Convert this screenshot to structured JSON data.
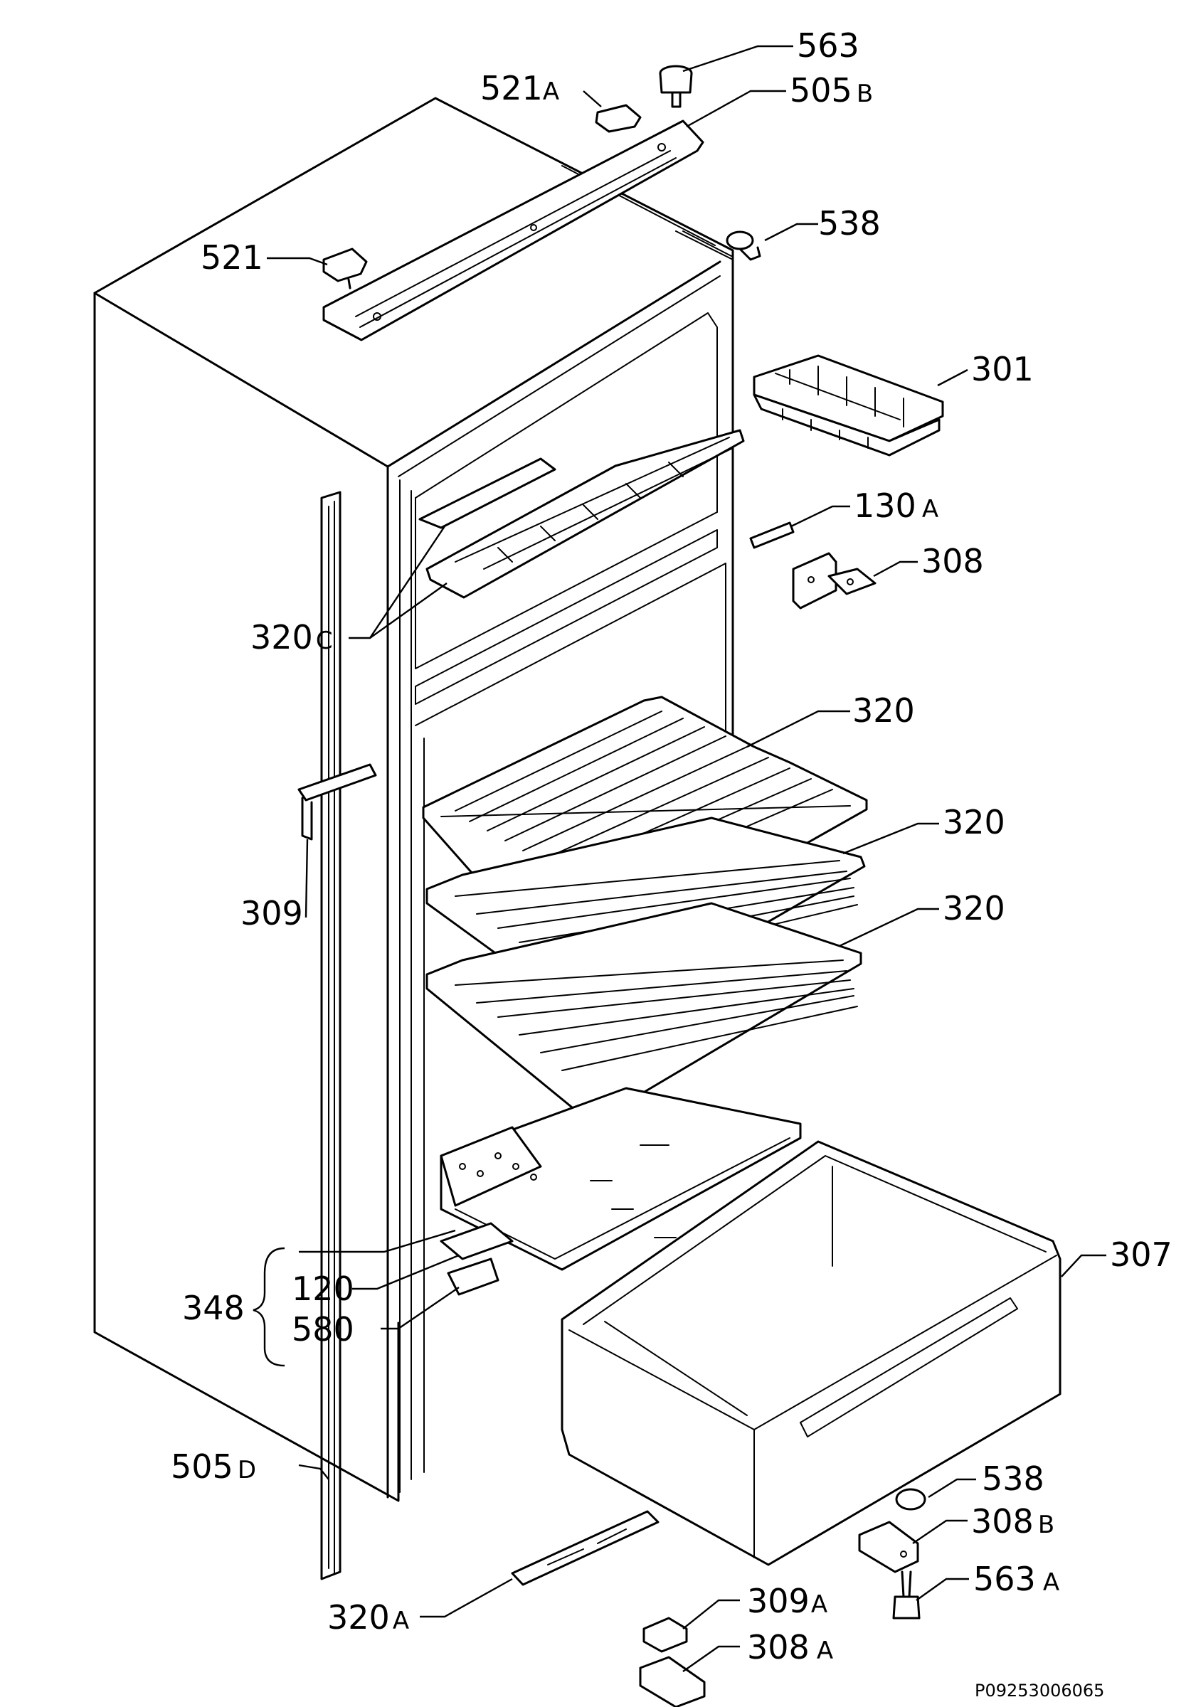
{
  "diagram": {
    "part_labels": [
      {
        "id": "563",
        "number": "563",
        "suffix": ""
      },
      {
        "id": "521a",
        "number": "521",
        "suffix": "A"
      },
      {
        "id": "505b",
        "number": "505",
        "suffix": "B"
      },
      {
        "id": "538-top",
        "number": "538",
        "suffix": ""
      },
      {
        "id": "521",
        "number": "521",
        "suffix": ""
      },
      {
        "id": "301",
        "number": "301",
        "suffix": ""
      },
      {
        "id": "130a",
        "number": "130",
        "suffix": "A"
      },
      {
        "id": "308",
        "number": "308",
        "suffix": ""
      },
      {
        "id": "320c",
        "number": "320",
        "suffix": "C"
      },
      {
        "id": "320-1",
        "number": "320",
        "suffix": ""
      },
      {
        "id": "320-2",
        "number": "320",
        "suffix": ""
      },
      {
        "id": "320-3",
        "number": "320",
        "suffix": ""
      },
      {
        "id": "309",
        "number": "309",
        "suffix": ""
      },
      {
        "id": "348",
        "number": "348",
        "suffix": ""
      },
      {
        "id": "120",
        "number": "120",
        "suffix": ""
      },
      {
        "id": "580",
        "number": "580",
        "suffix": ""
      },
      {
        "id": "307",
        "number": "307",
        "suffix": ""
      },
      {
        "id": "505d",
        "number": "505",
        "suffix": "D"
      },
      {
        "id": "538-bottom",
        "number": "538",
        "suffix": ""
      },
      {
        "id": "308b",
        "number": "308",
        "suffix": "B"
      },
      {
        "id": "563a",
        "number": "563",
        "suffix": "A"
      },
      {
        "id": "320a",
        "number": "320",
        "suffix": "A"
      },
      {
        "id": "309a",
        "number": "309",
        "suffix": "A"
      },
      {
        "id": "308a",
        "number": "308",
        "suffix": "A"
      }
    ],
    "document_id": "P09253006065"
  }
}
